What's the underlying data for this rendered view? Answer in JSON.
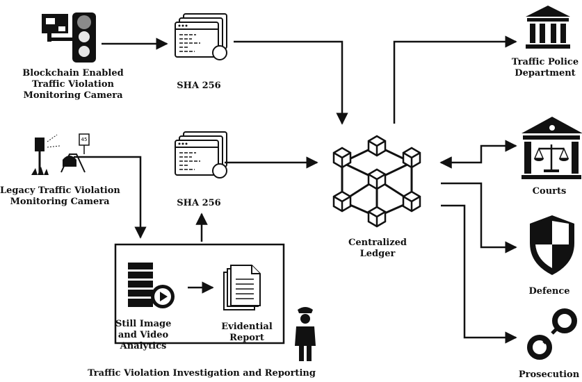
{
  "cameras": {
    "blockchain_label": [
      "Blockchain Enabled",
      "Traffic Violation",
      "Monitoring Camera"
    ],
    "legacy_label": [
      "Legacy Traffic Violation",
      "Monitoring Camera"
    ],
    "speed_sign_text": "45"
  },
  "hash_nodes": {
    "top_label": "SHA 256",
    "bottom_label": "SHA 256"
  },
  "ledger": {
    "label": [
      "Centralized",
      "Ledger"
    ]
  },
  "investigation": {
    "analytics_label": [
      "Still Image",
      "and Video",
      "Analytics"
    ],
    "report_label": [
      "Evidential",
      "Report"
    ],
    "caption": "Traffic Violation Investigation and Reporting"
  },
  "stakeholders": {
    "police_label": [
      "Traffic Police",
      "Department"
    ],
    "courts_label": "Courts",
    "defence_label": "Defence",
    "prosecution_label": "Prosecution"
  },
  "icons": [
    "traffic-camera-icon",
    "traffic-light-icon",
    "speed-camera-icon",
    "document-window-icon",
    "blockchain-icon",
    "video-analytics-icon",
    "report-document-icon",
    "police-officer-icon",
    "government-building-icon",
    "courthouse-scales-icon",
    "shield-icon",
    "handcuffs-icon"
  ],
  "colors": {
    "ink": "#111111",
    "background": "#ffffff",
    "traffic_red": "#8a8a8a"
  }
}
